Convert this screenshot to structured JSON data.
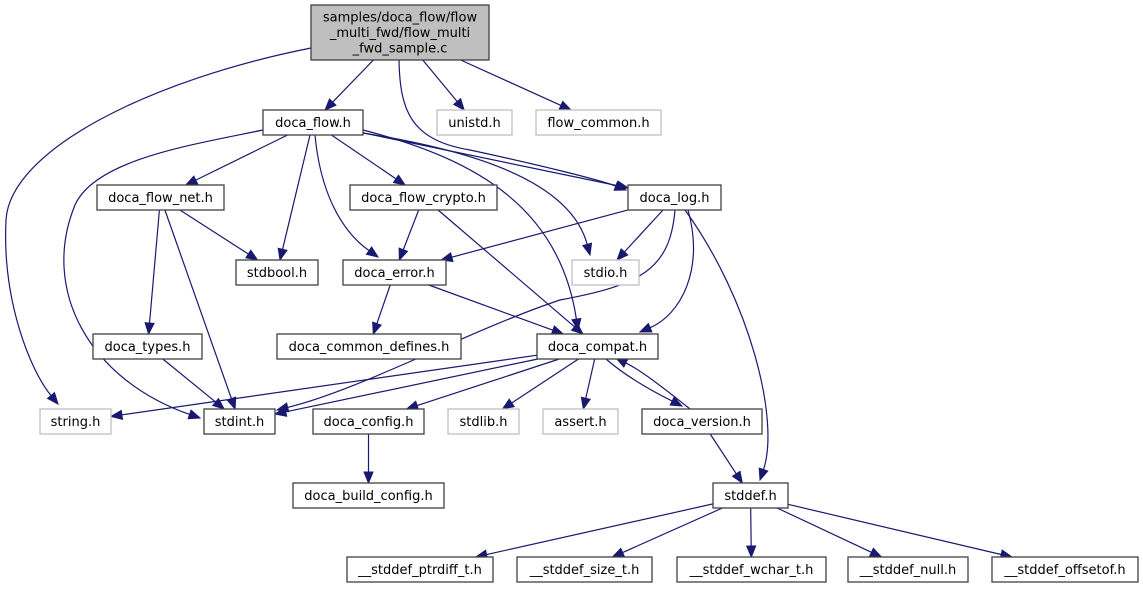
{
  "title": "Include dependency graph for flow_multi_fwd_sample.c",
  "colors": {
    "edge": "#191970",
    "root_fill": "#bfbfbf",
    "node_border": "#404040",
    "external_border": "#bfbfbf"
  },
  "nodes": [
    {
      "id": "root",
      "label_lines": [
        "samples/doca_flow/flow",
        "_multi_fwd/flow_multi",
        "_fwd_sample.c"
      ],
      "kind": "root"
    },
    {
      "id": "doca_flow",
      "label_lines": [
        "doca_flow.h"
      ],
      "kind": "documented"
    },
    {
      "id": "unistd",
      "label_lines": [
        "unistd.h"
      ],
      "kind": "external"
    },
    {
      "id": "flow_common",
      "label_lines": [
        "flow_common.h"
      ],
      "kind": "external"
    },
    {
      "id": "doca_flow_net",
      "label_lines": [
        "doca_flow_net.h"
      ],
      "kind": "documented"
    },
    {
      "id": "doca_flow_crypto",
      "label_lines": [
        "doca_flow_crypto.h"
      ],
      "kind": "documented"
    },
    {
      "id": "doca_log",
      "label_lines": [
        "doca_log.h"
      ],
      "kind": "documented"
    },
    {
      "id": "stdbool",
      "label_lines": [
        "stdbool.h"
      ],
      "kind": "documented"
    },
    {
      "id": "doca_error",
      "label_lines": [
        "doca_error.h"
      ],
      "kind": "documented"
    },
    {
      "id": "stdio",
      "label_lines": [
        "stdio.h"
      ],
      "kind": "external"
    },
    {
      "id": "doca_types",
      "label_lines": [
        "doca_types.h"
      ],
      "kind": "documented"
    },
    {
      "id": "doca_common_defines",
      "label_lines": [
        "doca_common_defines.h"
      ],
      "kind": "documented"
    },
    {
      "id": "doca_compat",
      "label_lines": [
        "doca_compat.h"
      ],
      "kind": "documented"
    },
    {
      "id": "string",
      "label_lines": [
        "string.h"
      ],
      "kind": "external"
    },
    {
      "id": "stdint",
      "label_lines": [
        "stdint.h"
      ],
      "kind": "documented"
    },
    {
      "id": "doca_config",
      "label_lines": [
        "doca_config.h"
      ],
      "kind": "documented"
    },
    {
      "id": "stdlib",
      "label_lines": [
        "stdlib.h"
      ],
      "kind": "external"
    },
    {
      "id": "assert",
      "label_lines": [
        "assert.h"
      ],
      "kind": "external"
    },
    {
      "id": "doca_version",
      "label_lines": [
        "doca_version.h"
      ],
      "kind": "documented"
    },
    {
      "id": "doca_build_config",
      "label_lines": [
        "doca_build_config.h"
      ],
      "kind": "documented"
    },
    {
      "id": "stddef",
      "label_lines": [
        "stddef.h"
      ],
      "kind": "documented"
    },
    {
      "id": "stddef_ptrdiff",
      "label_lines": [
        "__stddef_ptrdiff_t.h"
      ],
      "kind": "documented"
    },
    {
      "id": "stddef_size",
      "label_lines": [
        "__stddef_size_t.h"
      ],
      "kind": "documented"
    },
    {
      "id": "stddef_wchar",
      "label_lines": [
        "__stddef_wchar_t.h"
      ],
      "kind": "documented"
    },
    {
      "id": "stddef_null",
      "label_lines": [
        "__stddef_null.h"
      ],
      "kind": "documented"
    },
    {
      "id": "stddef_offsetof",
      "label_lines": [
        "__stddef_offsetof.h"
      ],
      "kind": "documented"
    }
  ],
  "edges": [
    [
      "root",
      "doca_flow"
    ],
    [
      "root",
      "unistd"
    ],
    [
      "root",
      "flow_common"
    ],
    [
      "root",
      "string"
    ],
    [
      "root",
      "doca_log"
    ],
    [
      "doca_flow",
      "doca_flow_net"
    ],
    [
      "doca_flow",
      "stdbool"
    ],
    [
      "doca_flow",
      "doca_error"
    ],
    [
      "doca_flow",
      "doca_flow_crypto"
    ],
    [
      "doca_flow",
      "doca_log"
    ],
    [
      "doca_flow",
      "stdint"
    ],
    [
      "doca_flow",
      "stdio"
    ],
    [
      "doca_flow",
      "doca_compat"
    ],
    [
      "doca_flow_net",
      "stdbool"
    ],
    [
      "doca_flow_net",
      "doca_types"
    ],
    [
      "doca_flow_net",
      "stdint"
    ],
    [
      "doca_flow_crypto",
      "doca_error"
    ],
    [
      "doca_flow_crypto",
      "doca_compat"
    ],
    [
      "doca_log",
      "doca_error"
    ],
    [
      "doca_log",
      "stdio"
    ],
    [
      "doca_log",
      "doca_compat"
    ],
    [
      "doca_log",
      "stdint"
    ],
    [
      "doca_log",
      "stddef"
    ],
    [
      "doca_error",
      "doca_common_defines"
    ],
    [
      "doca_error",
      "doca_compat"
    ],
    [
      "doca_types",
      "stdint"
    ],
    [
      "doca_compat",
      "string"
    ],
    [
      "doca_compat",
      "stdint"
    ],
    [
      "doca_compat",
      "doca_config"
    ],
    [
      "doca_compat",
      "stdlib"
    ],
    [
      "doca_compat",
      "assert"
    ],
    [
      "doca_compat",
      "doca_version"
    ],
    [
      "doca_version",
      "doca_compat"
    ],
    [
      "doca_version",
      "stddef"
    ],
    [
      "doca_config",
      "doca_build_config"
    ],
    [
      "stddef",
      "stddef_ptrdiff"
    ],
    [
      "stddef",
      "stddef_size"
    ],
    [
      "stddef",
      "stddef_wchar"
    ],
    [
      "stddef",
      "stddef_null"
    ],
    [
      "stddef",
      "stddef_offsetof"
    ]
  ]
}
